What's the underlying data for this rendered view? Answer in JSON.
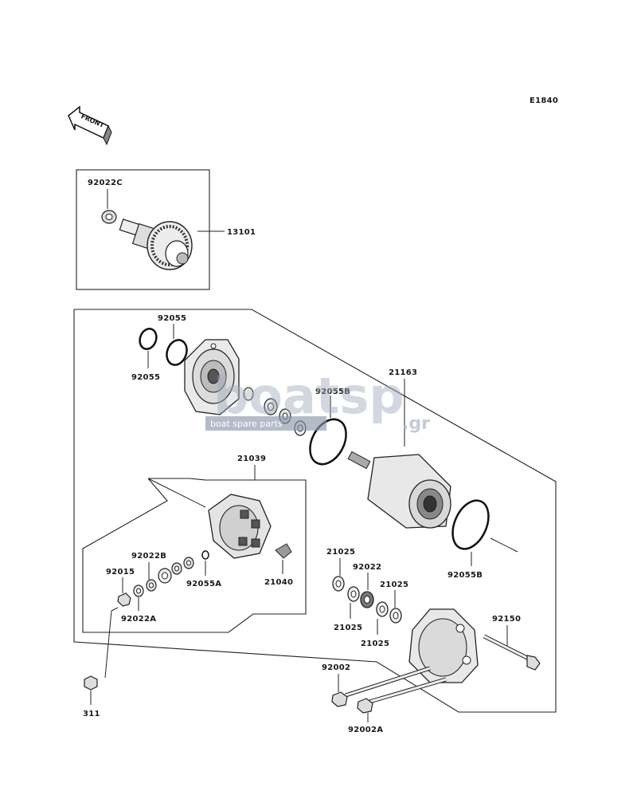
{
  "diagram_code": "E1840",
  "front_label": "FRONT",
  "watermark": {
    "brand": "boatsp",
    "tld": ".gr",
    "tagline": "boat spare parts"
  },
  "labels": {
    "p13101": "13101",
    "p92022C": "92022C",
    "p92055_top": "92055",
    "p92055_left": "92055",
    "p21163": "21163",
    "p92055B_top": "92055B",
    "p92055B_bottom": "92055B",
    "p21039": "21039",
    "p92022B": "92022B",
    "p92015": "92015",
    "p92022A": "92022A",
    "p92055A": "92055A",
    "p21040": "21040",
    "p311": "311",
    "p21025_a": "21025",
    "p92022": "92022",
    "p21025_b": "21025",
    "p21025_c": "21025",
    "p21025_d": "21025",
    "p92150": "92150",
    "p92002": "92002",
    "p92002A": "92002A"
  }
}
